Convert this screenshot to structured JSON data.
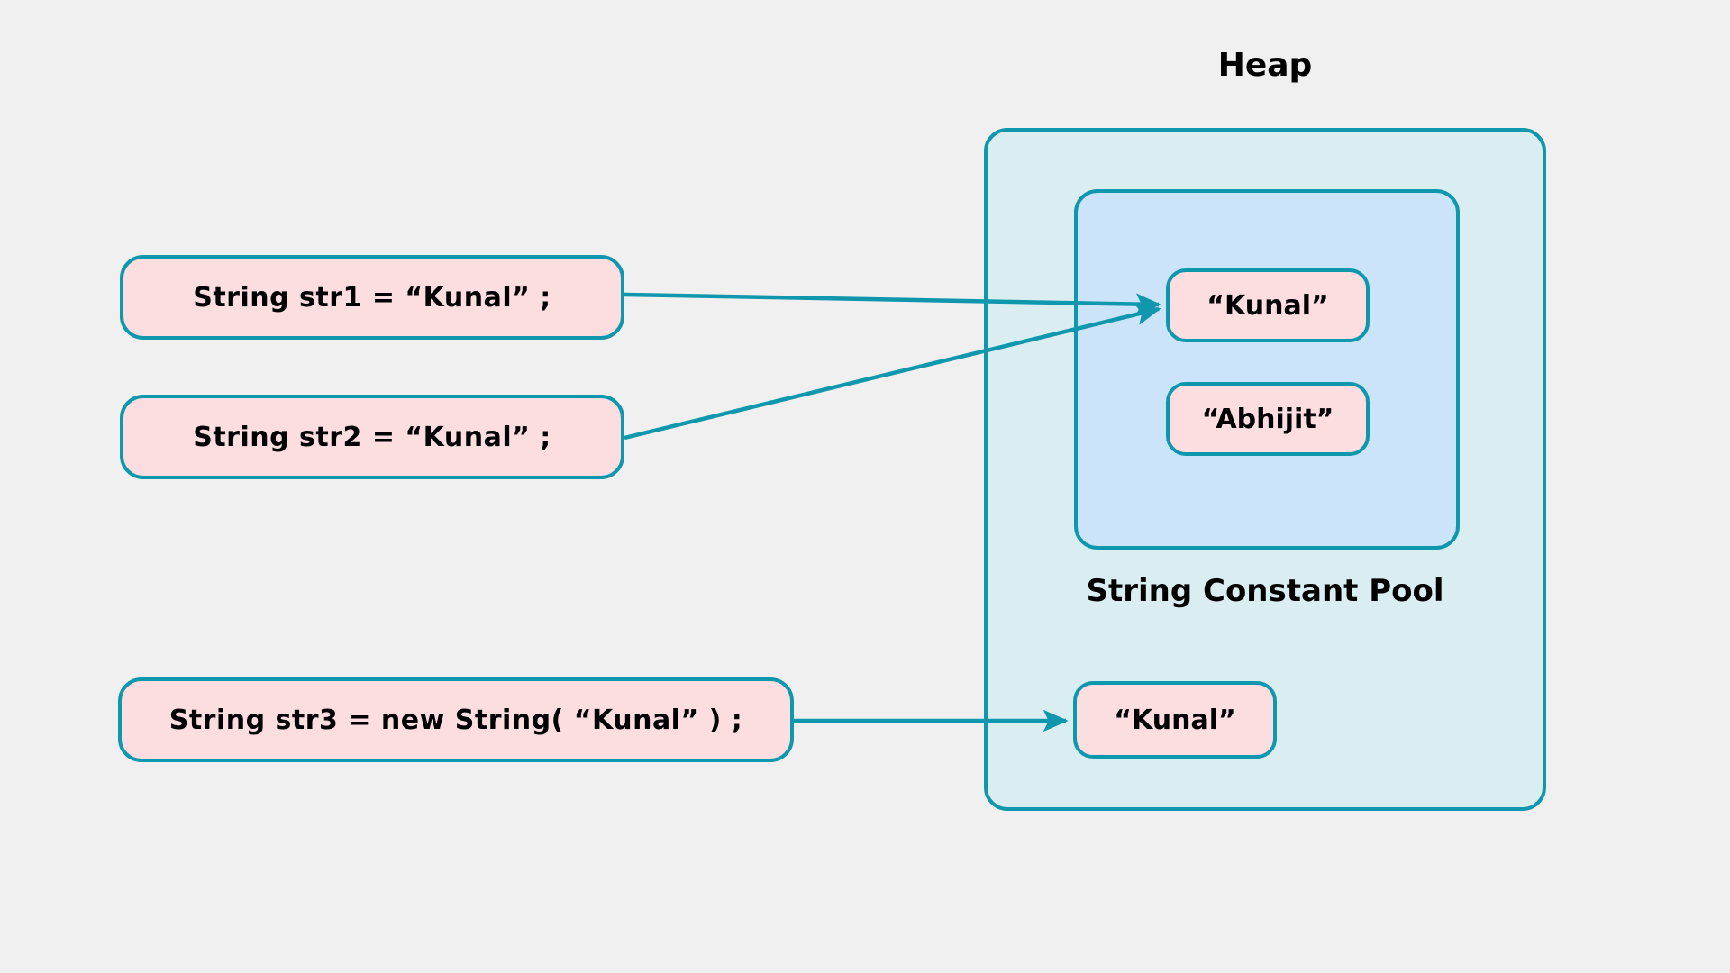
{
  "canvas": {
    "background_color": "#eff0ef",
    "accent_color": "#0e97ad",
    "box_fill_color": "#fcdde0",
    "heap_fill_color": "#daeef2",
    "pool_fill_color": "#cce4f9"
  },
  "statements": [
    {
      "id": "str1",
      "text": "String str1 =  “Kunal” ;"
    },
    {
      "id": "str2",
      "text": "String str2 =  “Kunal” ;"
    },
    {
      "id": "str3",
      "text": "String str3 = new String( “Kunal” ) ;"
    }
  ],
  "heap": {
    "title": "Heap",
    "pool": {
      "label": "String Constant Pool",
      "values": [
        {
          "id": "pool-kunal",
          "text": "“Kunal”"
        },
        {
          "id": "pool-abhijit",
          "text": "“Abhijit”"
        }
      ]
    },
    "objects": [
      {
        "id": "heap-kunal",
        "text": "“Kunal”"
      }
    ]
  },
  "arrows": [
    {
      "from": "str1",
      "to": "pool-kunal"
    },
    {
      "from": "str2",
      "to": "pool-kunal"
    },
    {
      "from": "str3",
      "to": "heap-kunal"
    }
  ]
}
